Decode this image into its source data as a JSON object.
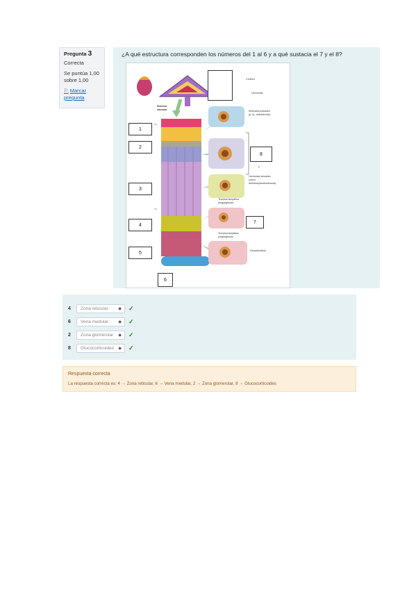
{
  "question_info": {
    "label": "Pregunta",
    "number": "3",
    "state": "Correcta",
    "grade_line1": "Se puntúa 1,00",
    "grade_line2": "sobre 1,00",
    "flag_line1": "Marcar",
    "flag_line2": "pregunta"
  },
  "question_text": "¿A qué estructura corresponden los números del 1 al 6 y a qué sustacia el 7 y el 8?",
  "figure": {
    "boxes": [
      "1",
      "2",
      "3",
      "4",
      "5",
      "6",
      "7",
      "8"
    ],
    "labels": {
      "corteza": "Corteza",
      "hormonas": "Hormonas",
      "mineralocorticoides": "Mineralocorticoides",
      "mineralo_ej": "(p. ej., aldosterona)",
      "y": "y",
      "hormonas_sexuales": "Hormonas sexuales",
      "sexuales_ej1": "(como",
      "sexuales_ej2": "dehidroepiandrosterona)",
      "terminal1a": "Terminal simpática",
      "terminal1b": "preganglionar",
      "terminal2a": "Terminal simpática",
      "terminal2b": "preganglionar",
      "noradrenalina": "Noradrenalina",
      "left1": "Sistema",
      "left2": "vascular"
    }
  },
  "answers": [
    {
      "num": "4",
      "value": "Zona reticular",
      "icon": "check-icon"
    },
    {
      "num": "6",
      "value": "Vena medular",
      "icon": "check-icon"
    },
    {
      "num": "2",
      "value": "Zona glomerular",
      "icon": "check-icon"
    },
    {
      "num": "8",
      "value": "Glucocorticoides",
      "icon": "check-icon"
    }
  ],
  "feedback": {
    "title": "Respuesta correcta",
    "text": "La respuesta correcta es: 4 → Zona reticular, 6 → Vena medular, 2 → Zona glomerular, 8 → Glucocorticoides"
  },
  "colors": {
    "content_bg": "#e6f1f3",
    "feedback_bg": "#fcefdc",
    "check": "#357a32",
    "link": "#0f6cbf"
  }
}
